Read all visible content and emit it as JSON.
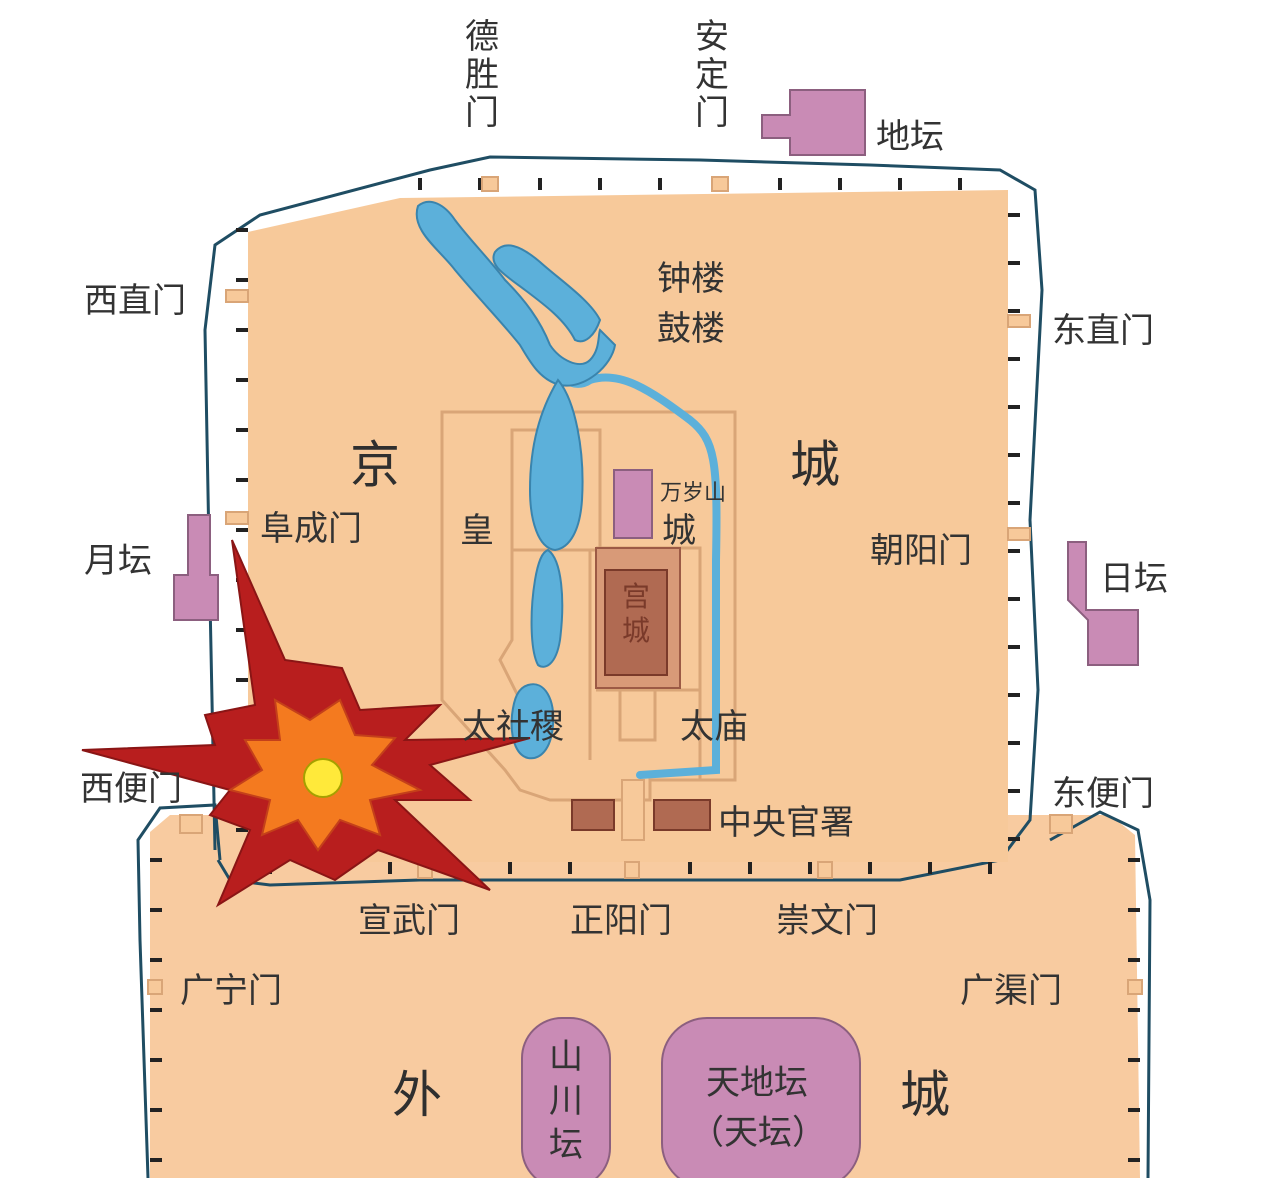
{
  "map": {
    "colors": {
      "city_fill": "#f7c99a",
      "outer_fill": "#f8cba0",
      "moat": "#1f4d63",
      "water": "#5cb0da",
      "altar": "#c98bb5",
      "palace": "#b06a52",
      "palace_inner": "#9c5a45",
      "line": "#d9a577",
      "explosion_outer": "#b81e1e",
      "explosion_inner": "#f47a1f",
      "sun": "#ffe93a"
    },
    "gates_north": [
      "德胜门",
      "安定门"
    ],
    "altar_north": "地坛",
    "gates_west": [
      "西直门",
      "阜成门",
      "西便门"
    ],
    "altar_west": "月坛",
    "gates_east": [
      "东直门",
      "朝阳门",
      "东便门"
    ],
    "altar_east": "日坛",
    "inner_city_chars": [
      "京",
      "城"
    ],
    "bell_tower": "钟楼",
    "drum_tower": "鼓楼",
    "imperial_city_chars": [
      "皇",
      "城"
    ],
    "wanshou": "万岁山",
    "palace": "宫城",
    "sheji": "太社稷",
    "taimiao": "太庙",
    "government": "中央官署",
    "gates_south_inner": [
      "宣武门",
      "正阳门",
      "崇文门"
    ],
    "gates_outer": [
      "广宁门",
      "广渠门"
    ],
    "shanchuan": "山川坛",
    "tiandi": "天地坛",
    "tiantan": "（天坛）",
    "outer_city_chars": [
      "外",
      "城"
    ]
  }
}
